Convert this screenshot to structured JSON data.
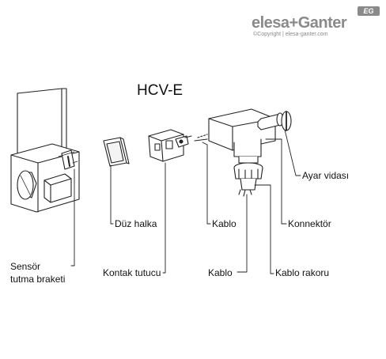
{
  "logo": {
    "brand": "elesa+Ganter",
    "badge": "EG",
    "copyright": "©Copyright | elesa-ganter.com"
  },
  "title": "HCV-E",
  "labels": {
    "duz_halka": "Düz halka",
    "kablo_top": "Kablo",
    "konnektor": "Konnektör",
    "ayar_vidasi": "Ayar vidası",
    "sensor_line1": "Sensör",
    "sensor_line2": "tutma braketi",
    "kontak_tutucu": "Kontak tutucu",
    "kablo_bottom": "Kablo",
    "kablo_rakoru": "Kablo rakoru"
  },
  "colors": {
    "line": "#222222",
    "shade": "#dddddd",
    "logo": "#8a8a8a"
  }
}
